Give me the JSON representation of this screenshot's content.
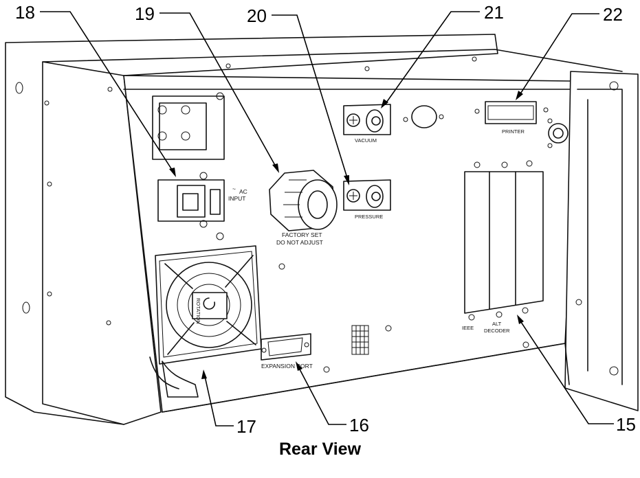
{
  "caption": "Rear View",
  "callouts": {
    "c15": "15",
    "c16": "16",
    "c17": "17",
    "c18": "18",
    "c19": "19",
    "c20": "20",
    "c21": "21",
    "c22": "22"
  },
  "panel_labels": {
    "ac_input_line1": "AC",
    "ac_input_line2": "INPUT",
    "factory_set_line1": "FACTORY SET",
    "factory_set_line2": "DO NOT ADJUST",
    "vacuum": "VACUUM",
    "pressure": "PRESSURE",
    "printer": "PRINTER",
    "expansion_port": "EXPANSION PORT",
    "ieee": "IEEE",
    "alt_decoder_line1": "ALT",
    "alt_decoder_line2": "DECODER",
    "rotation": "ROTATION"
  },
  "icons": {
    "ac_symbol": "tilde-icon",
    "rotation_arrow": "clockwise-arrow-icon"
  }
}
